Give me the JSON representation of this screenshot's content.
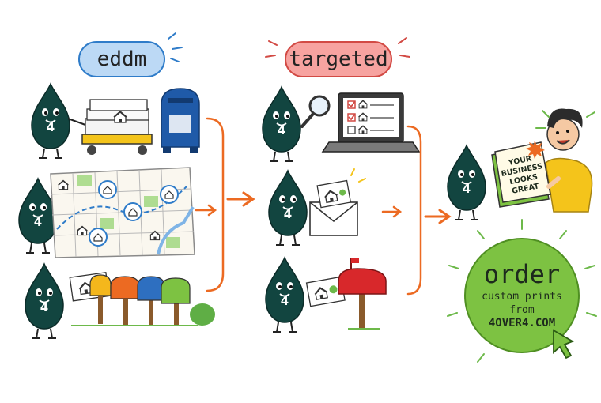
{
  "labels": {
    "eddm": "eddm",
    "targeted": "targeted"
  },
  "mascot_badge": "4",
  "flyer_text": [
    "YOUR",
    "BUSINESS",
    "LOOKS",
    "GREAT"
  ],
  "order_badge": {
    "title": "order",
    "line1": "custom prints",
    "line2": "from",
    "line3": "4OVER4.COM"
  },
  "colors": {
    "mascot": "#124540",
    "arrow": "#ec6a22",
    "eddm_pill": "#bcd9f5",
    "targeted_pill": "#f7a3a0",
    "order_badge": "#7dc242",
    "mailbox_blue": "#1f5aa8",
    "mailbox_red": "#d8282b"
  }
}
